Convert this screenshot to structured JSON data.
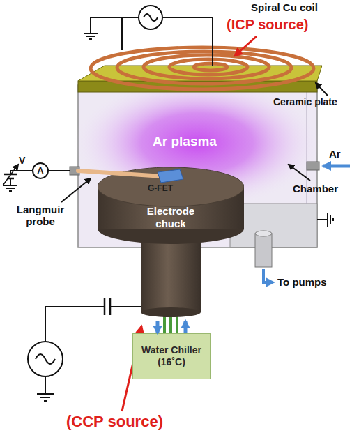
{
  "diagram": {
    "nodes": [
      {
        "text": [
          "A"
        ]
      },
      {
        "text": [
          "Electrode chuck"
        ]
      },
      {
        "text": [
          "Water Chiller (16˚C)"
        ]
      }
    ],
    "edges": [
      {
        "from": 1,
        "to": 2,
        "arrow": "to"
      },
      {
        "from": 2,
        "to": 1,
        "arrow": "to"
      }
    ],
    "labels": [
      "Spiral Cu coil",
      "(ICP source)",
      "Ceramic plate",
      "Ar plasma",
      "Ar",
      "V",
      "Langmuir probe",
      "G-FET",
      "Chamber",
      "To pumps",
      "(CCP source)"
    ]
  }
}
